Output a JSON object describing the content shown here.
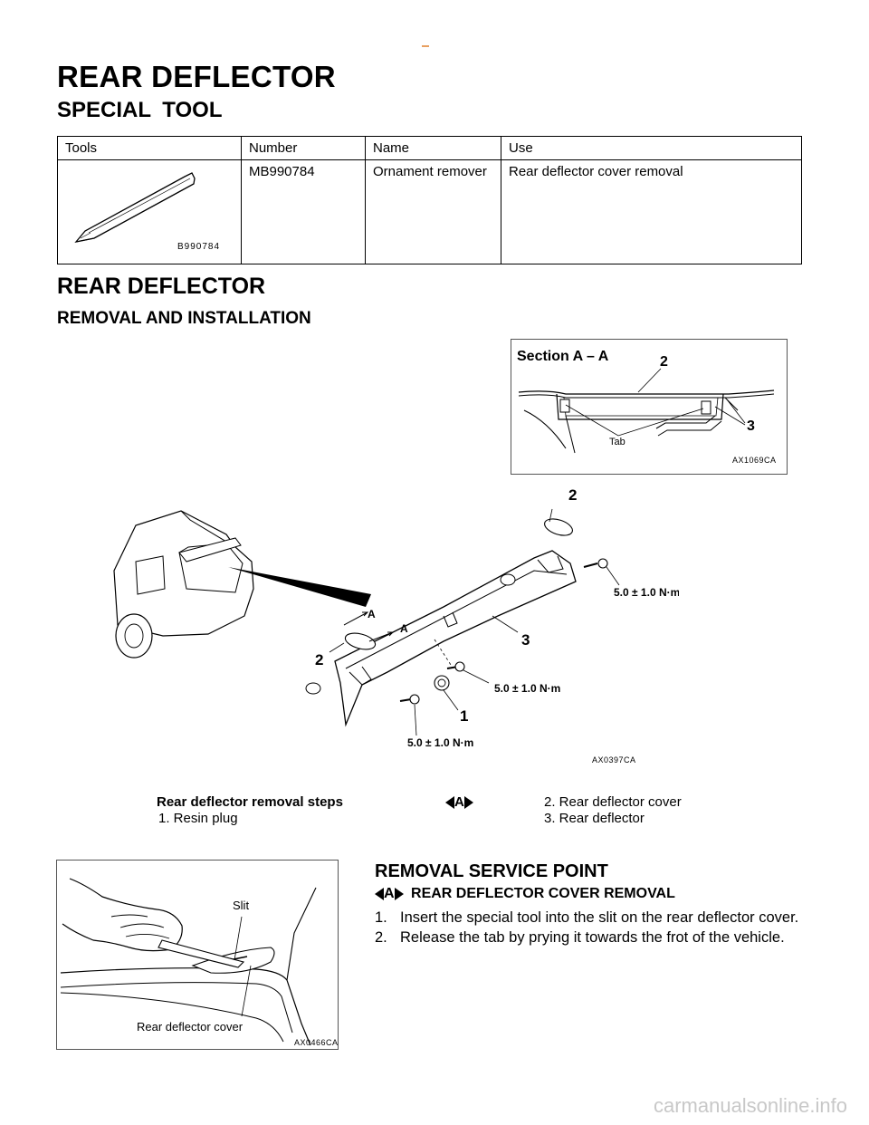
{
  "page": {
    "main_title": "REAR DEFLECTOR",
    "special_tool_heading": "SPECIAL TOOL"
  },
  "tool_table": {
    "headers": [
      "Tools",
      "Number",
      "Name",
      "Use"
    ],
    "rows": [
      {
        "tool_label": "B990784",
        "number": "MB990784",
        "name": "Ornament remover",
        "use": "Rear deflector cover removal"
      }
    ]
  },
  "section": {
    "title": "REAR DEFLECTOR",
    "subtitle": "REMOVAL AND INSTALLATION"
  },
  "section_figure": {
    "title": "Section A – A",
    "callout_2": "2",
    "callout_3": "3",
    "tab_label": "Tab",
    "code": "AX1069CA"
  },
  "main_figure": {
    "callout_1": "1",
    "callout_2_top": "2",
    "callout_2_left": "2",
    "callout_3": "3",
    "section_mark_a1": "A",
    "section_mark_a2": "A",
    "torque_right": "5.0 ± 1.0 N·m",
    "torque_middle": "5.0 ± 1.0 N·m",
    "torque_bottom": "5.0 ± 1.0 N·m",
    "code": "AX0397CA"
  },
  "removal_steps": {
    "heading": "Rear deflector removal steps",
    "step_1": "1. Resin plug",
    "marker": "A",
    "step_2": "2. Rear deflector cover",
    "step_3": "3. Rear deflector"
  },
  "service_figure": {
    "slit_label": "Slit",
    "cover_label": "Rear deflector cover",
    "code": "AX0466CA"
  },
  "service_point": {
    "title": "REMOVAL SERVICE POINT",
    "marker": "A",
    "subheading": "REAR DEFLECTOR COVER REMOVAL",
    "steps": [
      {
        "num": "1.",
        "text": "Insert the special tool into the slit on the rear deflector cover."
      },
      {
        "num": "2.",
        "text": "Release the tab by prying it towards the frot of the vehicle."
      }
    ]
  },
  "footer": {
    "watermark": "carmanualsonline.info"
  }
}
